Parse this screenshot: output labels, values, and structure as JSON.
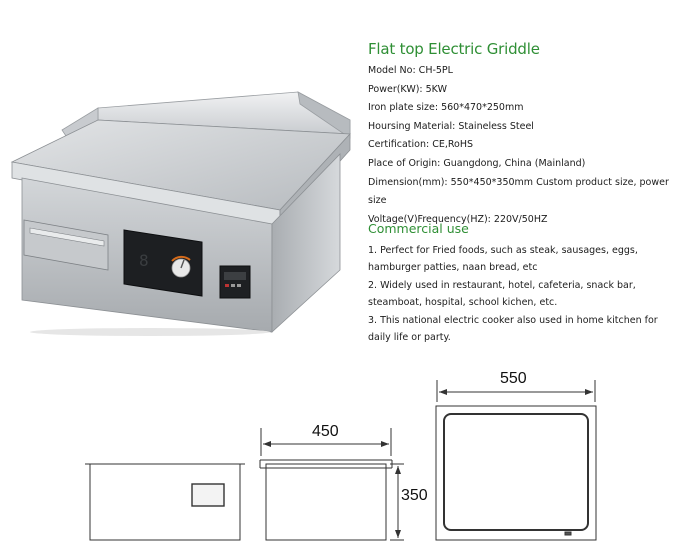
{
  "product": {
    "title": "Flat top Electric Griddle",
    "specs": [
      "Model No: CH-5PL",
      "Power(KW):  5KW",
      "Iron plate size: 560*470*250mm",
      "Hoursing Material: Staineless Steel",
      "Certification: CE,RoHS",
      "Place of Origin: Guangdong, China (Mainland)",
      "Dimension(mm): 550*450*350mm  Custom product size, power size",
      "Voltage(V)Frequency(HZ): 220V/50HZ"
    ]
  },
  "commercial": {
    "heading": "Commercial use",
    "items": [
      "1. Perfect for Fried foods, such as steak, sausages, eggs, hamburger patties, naan bread, etc",
      "2. Widely used in restaurant, hotel, cafeteria, snack bar, steamboat, hospital, school kichen, etc.",
      "3. This national electric cooker also used in home kitchen for daily life or party."
    ]
  },
  "dimensions": {
    "depth": "450",
    "width": "550",
    "height": "350"
  },
  "display": {
    "digit": "8"
  }
}
